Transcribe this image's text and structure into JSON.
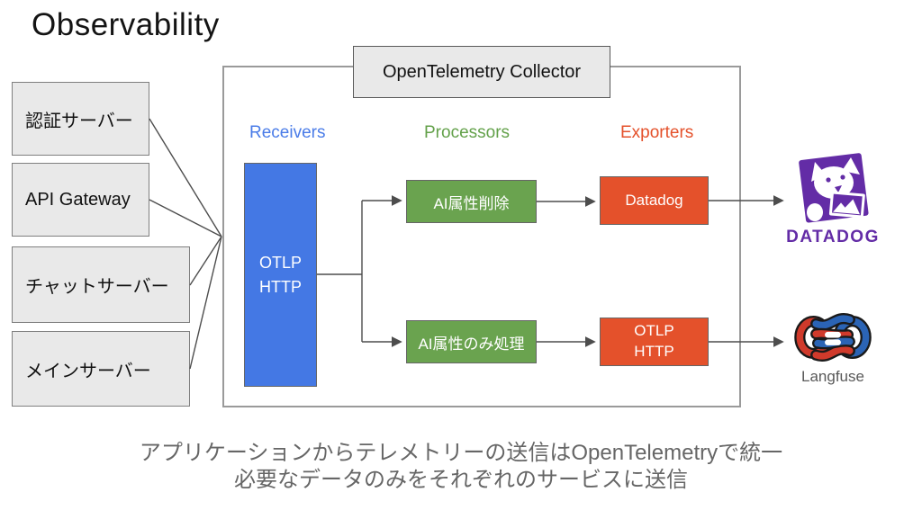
{
  "slide": {
    "title": "Observability",
    "caption": {
      "line1": "アプリケーションからテレメトリーの送信はOpenTelemetryで統一",
      "line2": "必要なデータのみをそれぞれのサービスに送信"
    }
  },
  "sources": [
    {
      "label": "認証サーバー"
    },
    {
      "label": "API Gateway"
    },
    {
      "label": "チャットサーバー"
    },
    {
      "label": "メインサーバー"
    }
  ],
  "collector": {
    "title": "OpenTelemetry Collector",
    "section_labels": {
      "receivers": "Receivers",
      "processors": "Processors",
      "exporters": "Exporters"
    },
    "receiver": {
      "label": "OTLP\nHTTP"
    },
    "processors": [
      {
        "label": "AI属性削除"
      },
      {
        "label": "AI属性のみ処理"
      }
    ],
    "exporters": [
      {
        "label": "Datadog"
      },
      {
        "label": "OTLP\nHTTP"
      }
    ]
  },
  "destinations": {
    "datadog": {
      "name": "DATADOG"
    },
    "langfuse": {
      "name": "Langfuse"
    }
  },
  "colors": {
    "receiver_blue": "#4478e4",
    "processor_green": "#6aa34f",
    "exporter_orange": "#e4512b",
    "receivers_label_blue": "#4a7ce8",
    "processors_label_green": "#63a14a",
    "exporters_label_orange": "#e4512b",
    "datadog_purple": "#632ca6",
    "langfuse_red": "#d03a2b",
    "langfuse_blue": "#2b64b5",
    "caption_gray": "#666666",
    "box_gray": "#e9e9e9",
    "line_gray": "#4d4d4d"
  }
}
